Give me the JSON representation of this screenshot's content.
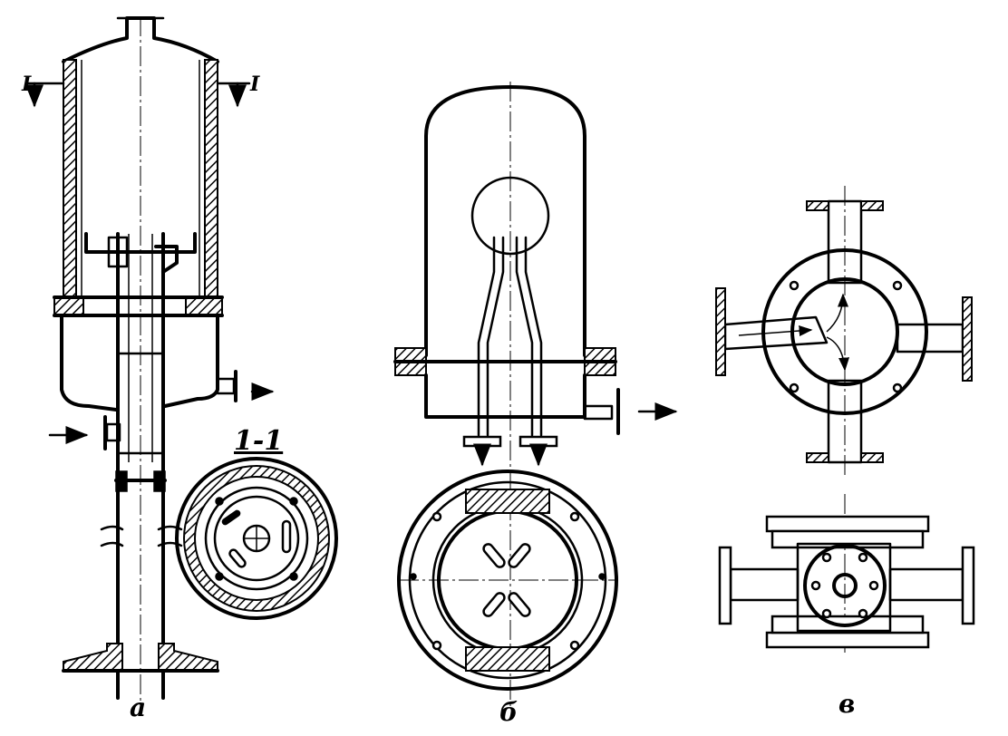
{
  "figure": {
    "labels": {
      "panel_a": "а",
      "panel_b": "б",
      "panel_c": "в",
      "section": "1-1",
      "cut_left": "I",
      "cut_right": "I"
    },
    "colors": {
      "ink": "#000000",
      "paper": "#ffffff"
    }
  }
}
